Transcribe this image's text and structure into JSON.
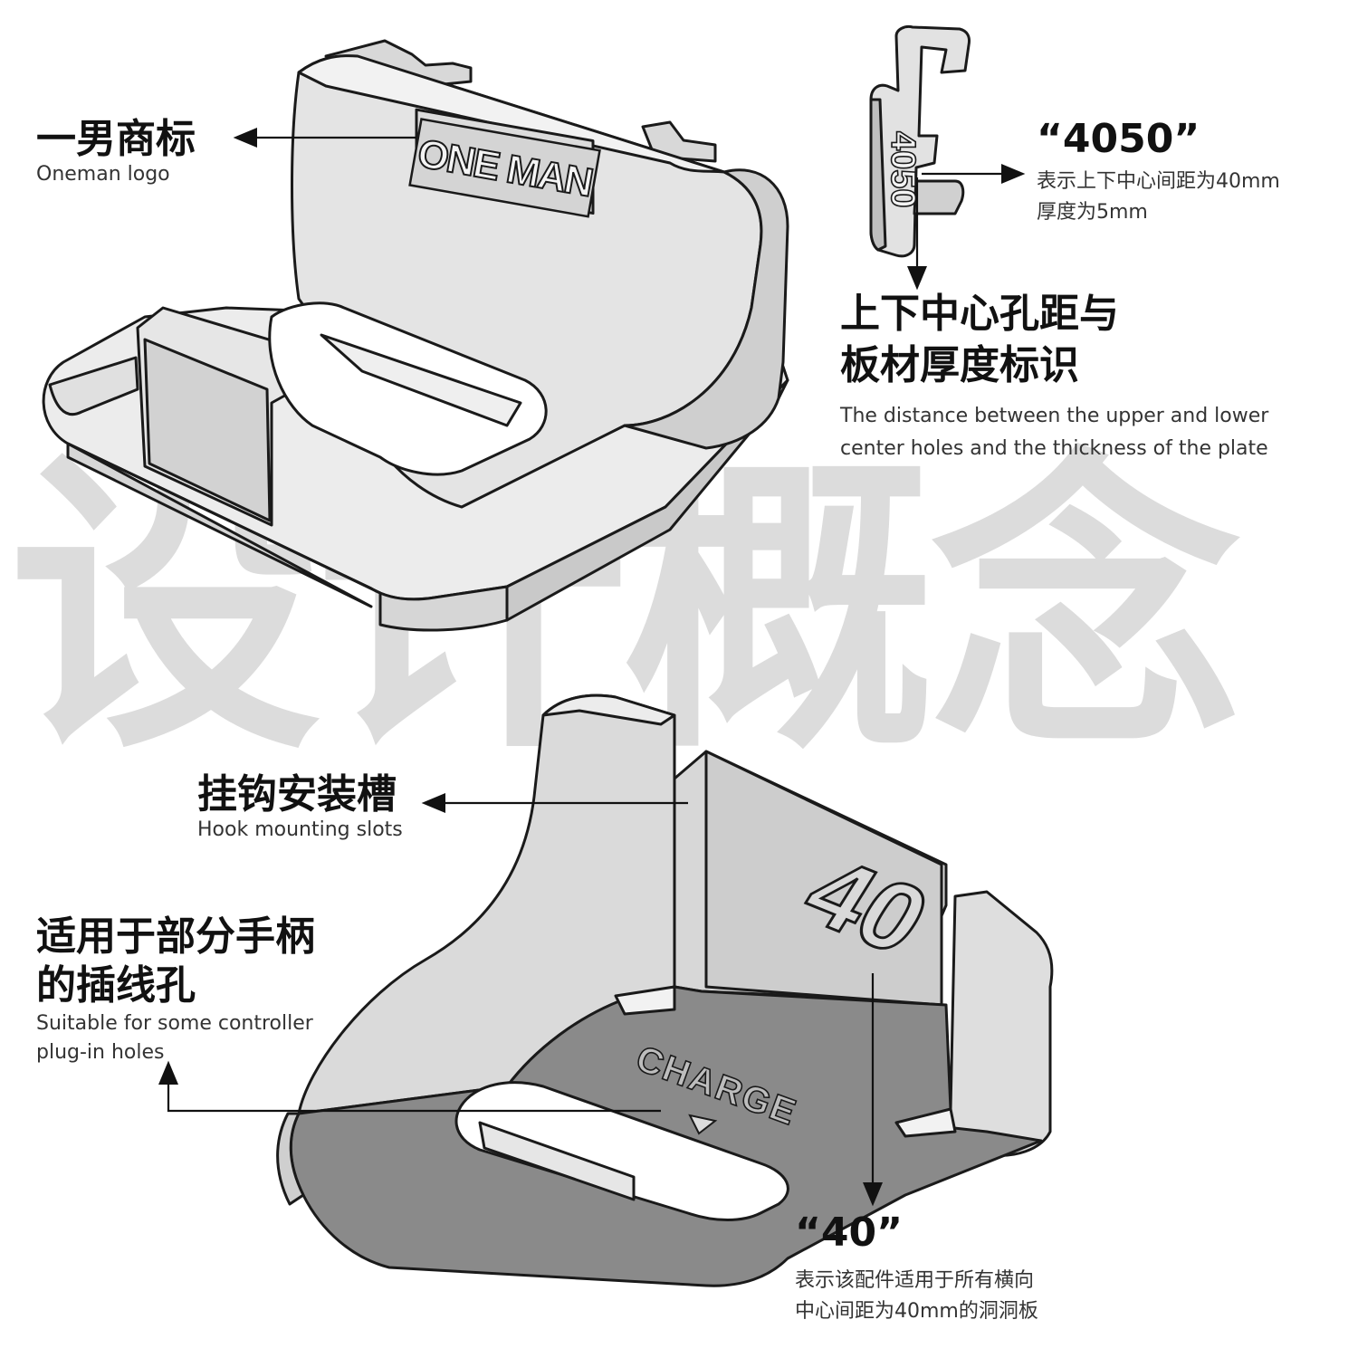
{
  "watermark": "设计概念",
  "annotations": {
    "logo": {
      "cn": "一男商标",
      "en": "Oneman logo"
    },
    "code_4050": {
      "quote": "“4050”",
      "desc_line1": "表示上下中心间距为40mm",
      "desc_line2": "厚度为5mm"
    },
    "hole_mark": {
      "cn_line1": "上下中心孔距与",
      "cn_line2": "板材厚度标识",
      "en_line1": "The distance between the upper and lower",
      "en_line2": "center holes and the thickness of the plate"
    },
    "hook_slot": {
      "cn": "挂钩安装槽",
      "en": "Hook mounting slots"
    },
    "plug_hole": {
      "cn_line1": "适用于部分手柄",
      "cn_line2": "的插线孔",
      "en_line1": "Suitable for some controller",
      "en_line2": "plug-in holes"
    },
    "code_40": {
      "quote": "“40”",
      "desc_line1": "表示该配件适用于所有横向",
      "desc_line2": "中心间距为40mm的洞洞板"
    }
  },
  "engravings": {
    "brand": "ONE MAN",
    "hook_code": "4050",
    "spacing_code": "40",
    "charge": "CHARGE"
  },
  "colors": {
    "watermark": "#dcdcdc",
    "part_light": "#e9e9e9",
    "part_mid": "#cfcfcf",
    "part_dark": "#8a8a8a",
    "outline": "#1a1a1a"
  }
}
